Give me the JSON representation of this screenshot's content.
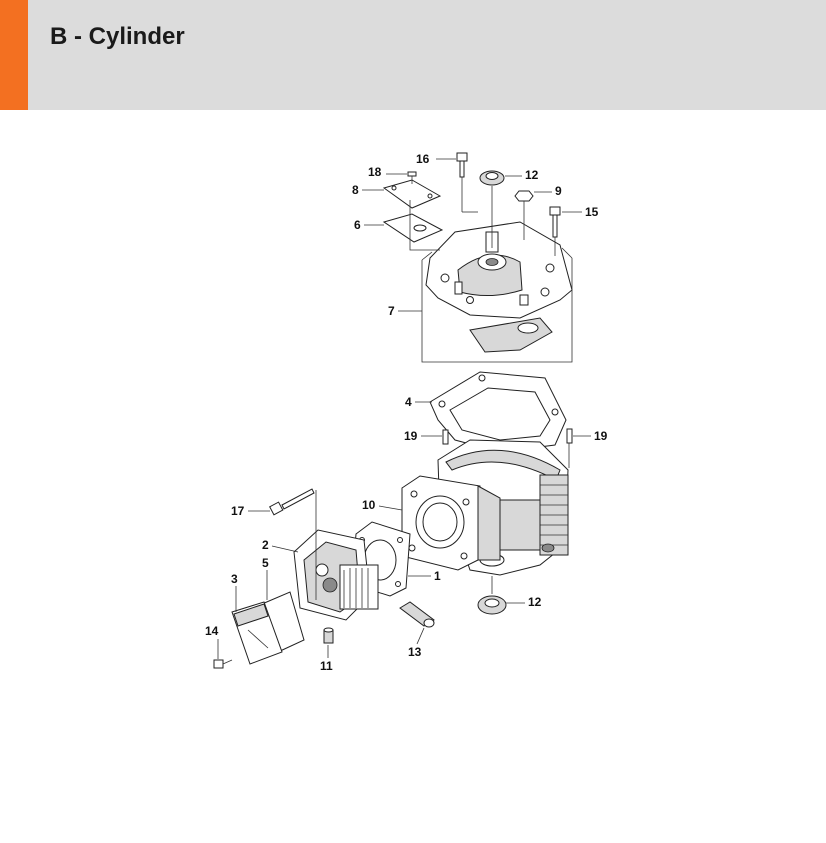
{
  "header": {
    "title": "B - Cylinder",
    "accent_color": "#f37021",
    "band_color": "#dcdcdc"
  },
  "callouts": [
    {
      "id": "c16",
      "label": "16"
    },
    {
      "id": "c12a",
      "label": "12"
    },
    {
      "id": "c18",
      "label": "18"
    },
    {
      "id": "c8",
      "label": "8"
    },
    {
      "id": "c9",
      "label": "9"
    },
    {
      "id": "c15",
      "label": "15"
    },
    {
      "id": "c6",
      "label": "6"
    },
    {
      "id": "c7",
      "label": "7"
    },
    {
      "id": "c4",
      "label": "4"
    },
    {
      "id": "c19a",
      "label": "19"
    },
    {
      "id": "c19b",
      "label": "19"
    },
    {
      "id": "c10",
      "label": "10"
    },
    {
      "id": "c17",
      "label": "17"
    },
    {
      "id": "c2",
      "label": "2"
    },
    {
      "id": "c1",
      "label": "1"
    },
    {
      "id": "c3",
      "label": "3"
    },
    {
      "id": "c5",
      "label": "5"
    },
    {
      "id": "c12b",
      "label": "12"
    },
    {
      "id": "c14",
      "label": "14"
    },
    {
      "id": "c13",
      "label": "13"
    },
    {
      "id": "c11",
      "label": "11"
    }
  ]
}
